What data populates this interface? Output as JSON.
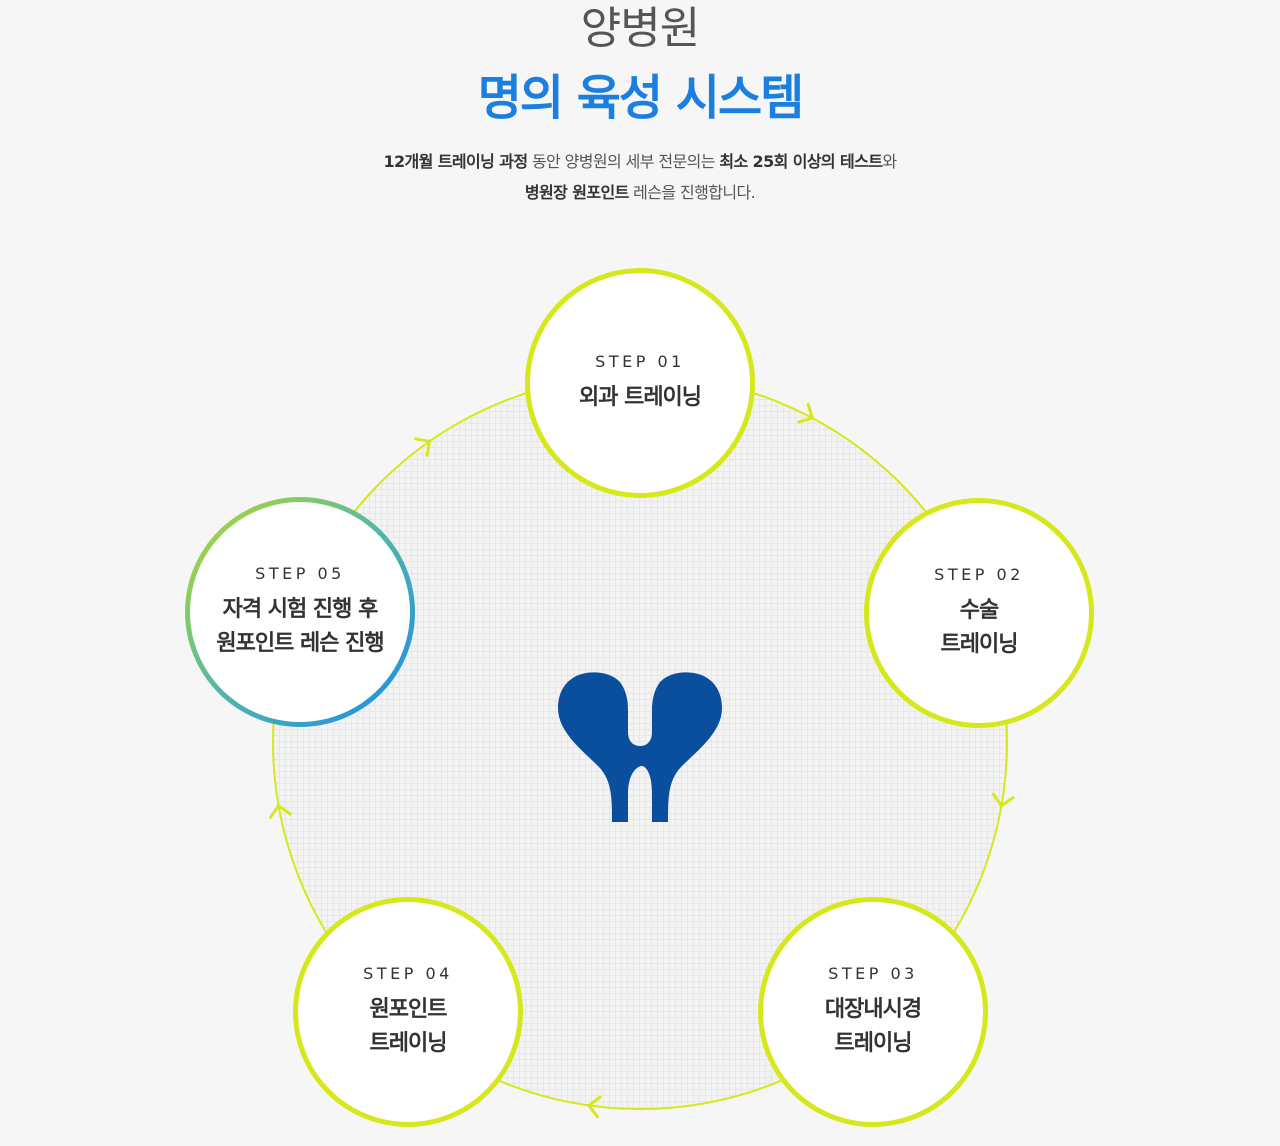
{
  "header": {
    "brand": "양병원",
    "headline": "명의 육성 시스템",
    "description": {
      "line1": [
        {
          "text": "12개월 트레이닝 과정",
          "bold": true
        },
        {
          "text": " 동안 양병원의 세부 전문의는 ",
          "bold": false
        },
        {
          "text": "최소 25회 이상의 테스트",
          "bold": true
        },
        {
          "text": "와",
          "bold": false
        }
      ],
      "line2": [
        {
          "text": "병원장 원포인트",
          "bold": true
        },
        {
          "text": " 레슨을 진행합니다.",
          "bold": false
        }
      ]
    }
  },
  "colors": {
    "headline_blue": "#1a7fe0",
    "accent_lime": "#d6e81c",
    "logo_blue": "#0a4f9e",
    "gradient": [
      "#b8dd2b",
      "#52b7a6",
      "#1989ee"
    ]
  },
  "steps": [
    {
      "number": "STEP 01",
      "title": [
        "외과 트레이닝"
      ]
    },
    {
      "number": "STEP 02",
      "title": [
        "수술",
        "트레이닝"
      ]
    },
    {
      "number": "STEP 03",
      "title": [
        "대장내시경",
        "트레이닝"
      ]
    },
    {
      "number": "STEP 04",
      "title": [
        "원포인트",
        "트레이닝"
      ]
    },
    {
      "number": "STEP 05",
      "title": [
        "자격 시험 진행 후",
        "원포인트 레슨 진행"
      ]
    }
  ],
  "icons": {
    "logo": "hospital-logo-icon",
    "arrow": "chevron-arrow-icon"
  }
}
